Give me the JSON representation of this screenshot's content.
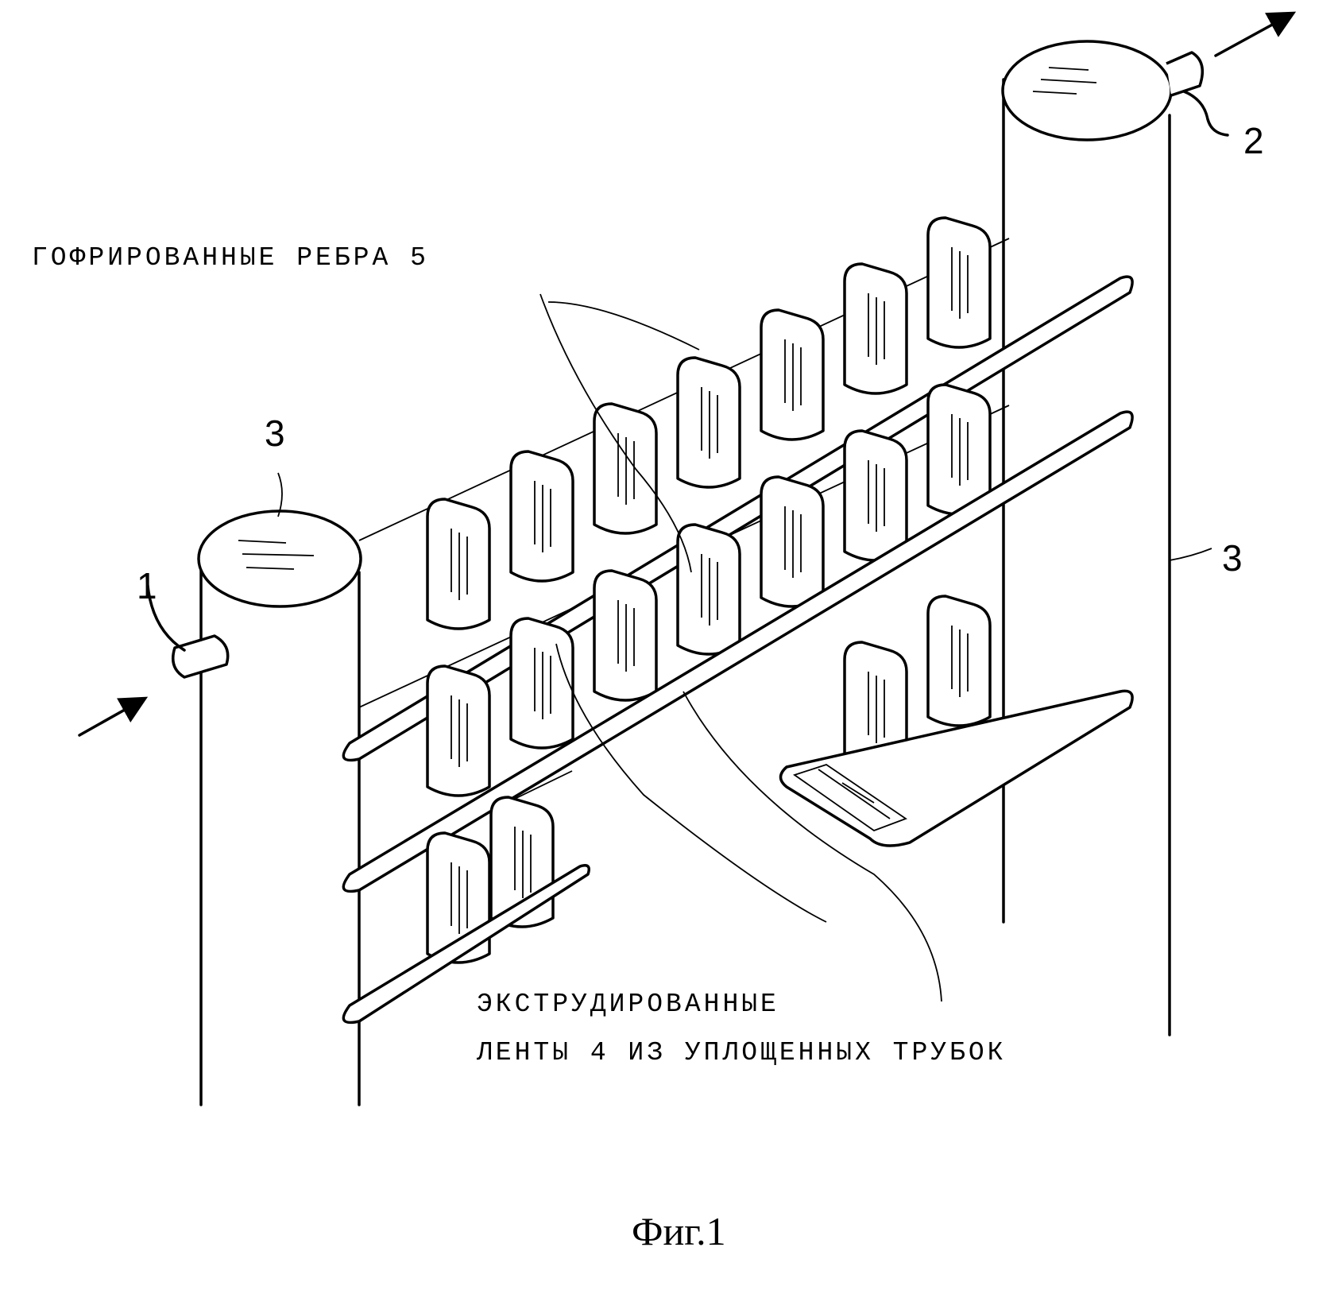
{
  "labels": {
    "fins": "ГОФРИРОВАННЫЕ РЕБРА 5",
    "strips_line1": "ЭКСТРУДИРОВАННЫЕ",
    "strips_line2": "ЛЕНТЫ 4 ИЗ УПЛОЩЕННЫХ ТРУБОК",
    "ref_inlet": "1",
    "ref_outlet": "2",
    "ref_header_left": "3",
    "ref_header_right": "3"
  },
  "caption": "Фиг.1"
}
